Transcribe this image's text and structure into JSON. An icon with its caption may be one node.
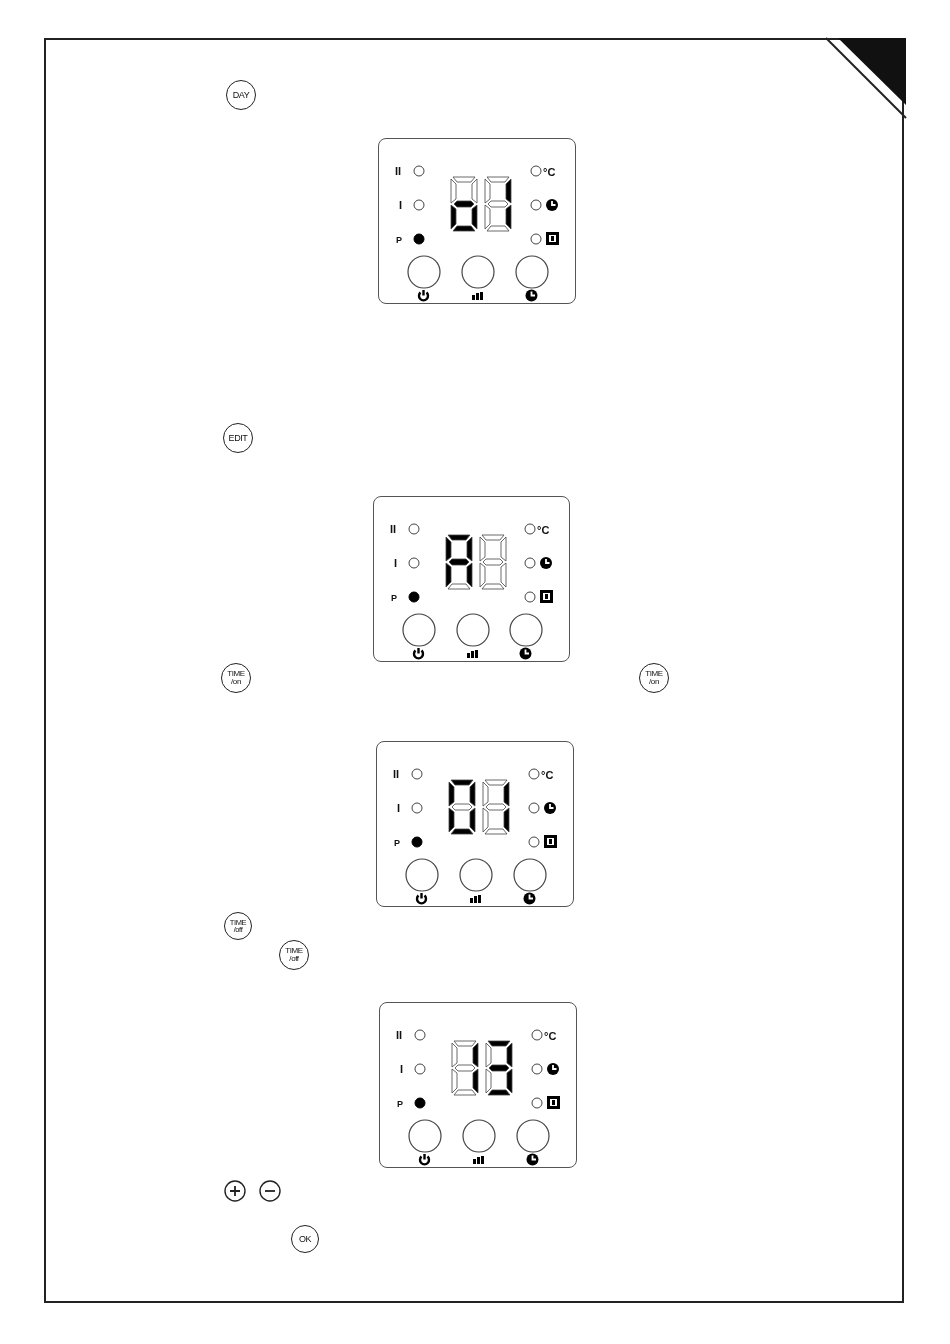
{
  "diagram": {
    "labels": [
      "DAY",
      "II",
      "°C",
      "I",
      "P",
      "EDIT",
      "II",
      "°C",
      "I",
      "P",
      "TIME /on",
      "TIME /on",
      "II",
      "°C",
      "I",
      "P",
      "TIME /off",
      "TIME /off",
      "II",
      "°C",
      "I",
      "P",
      "OK"
    ]
  }
}
